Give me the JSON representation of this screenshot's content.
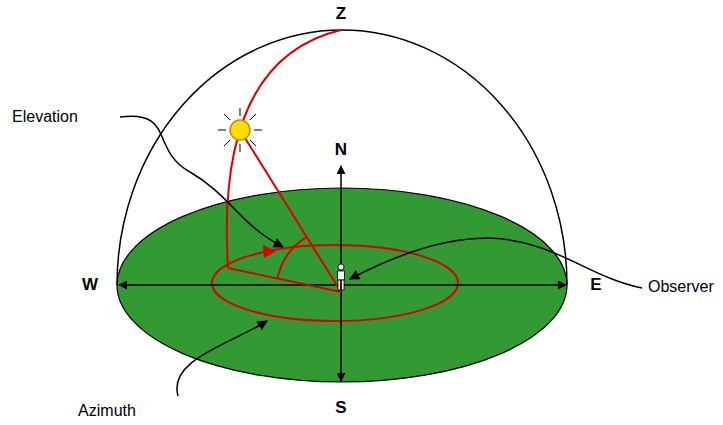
{
  "diagram": {
    "labels": [
      "Z",
      "Elevation",
      "N",
      "Observer",
      "W",
      "E",
      "Azimuth",
      "S"
    ]
  }
}
